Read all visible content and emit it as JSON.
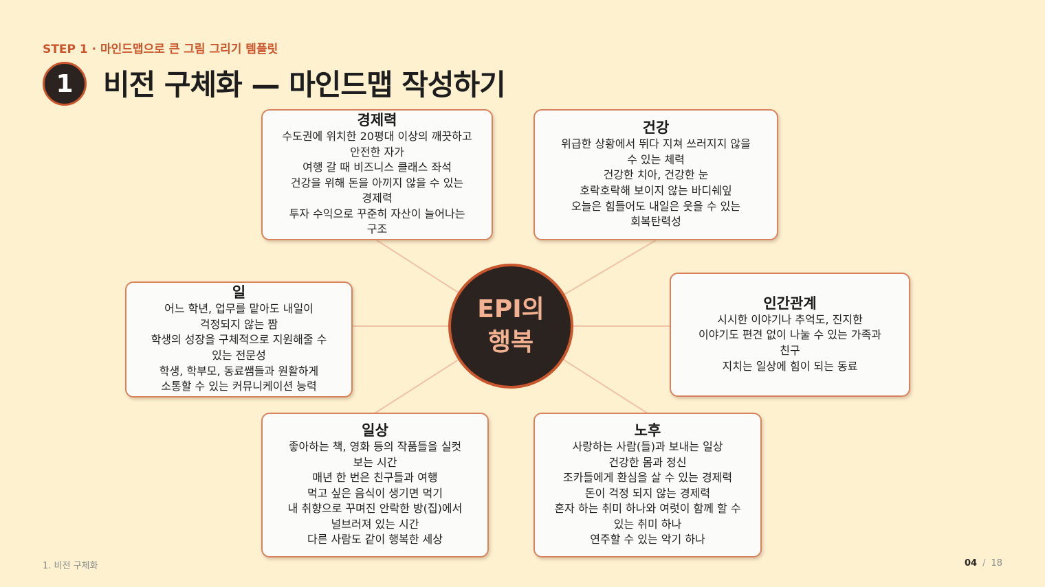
{
  "header": {
    "step": "STEP 1 · 마인드맵으로 큰 그림 그리기 템플릿",
    "number": "1",
    "title": "비전 구체화 — 마인드맵 작성하기"
  },
  "center": {
    "label": "EPI의\n행복"
  },
  "nodes": {
    "economy": {
      "title": "경제력",
      "lines": [
        "수도권에 위치한 20평대 이상의 깨끗하고",
        "안전한 자가",
        "여행 갈 때 비즈니스 클래스 좌석",
        "건강을 위해 돈을 아끼지 않을 수 있는",
        "경제력",
        "투자 수익으로 꾸준히 자산이 늘어나는",
        "구조"
      ]
    },
    "health": {
      "title": "건강",
      "lines": [
        "위급한 상황에서 뛰다 지쳐 쓰러지지 않을",
        "수 있는 체력",
        "건강한 치아, 건강한 눈",
        "호락호락해 보이지 않는 바디쉐잎",
        "오늘은 힘들어도 내일은 웃을 수 있는",
        "회복탄력성"
      ]
    },
    "work": {
      "title": "일",
      "lines": [
        "어느 학년, 업무를 맡아도 내일이",
        "걱정되지 않는 짬",
        "학생의 성장을 구체적으로 지원해줄 수",
        "있는 전문성",
        "학생, 학부모, 동료쌤들과 원활하게",
        "소통할 수 있는 커뮤니케이션 능력"
      ]
    },
    "relations": {
      "title": "인간관계",
      "lines": [
        "시시한 이야기나 추억도, 진지한",
        "이야기도 편견 없이 나눌 수 있는 가족과",
        "친구",
        "지치는 일상에 힘이 되는 동료"
      ]
    },
    "daily": {
      "title": "일상",
      "lines": [
        "좋아하는 책, 영화 등의 작품들을 실컷",
        "보는 시간",
        "매년 한 번은 친구들과 여행",
        "먹고 싶은 음식이 생기면 먹기",
        "내 취향으로 꾸며진 안락한 방(집)에서",
        "널브러져 있는 시간",
        "다른 사람도 같이 행복한 세상"
      ]
    },
    "retirement": {
      "title": "노후",
      "lines": [
        "사랑하는 사람(들)과 보내는 일상",
        "건강한 몸과 정신",
        "조카들에게 환심을 살 수 있는 경제력",
        "돈이 걱정 되지 않는 경제력",
        "혼자 하는 취미 하나와 여럿이 함께 할 수",
        "있는 취미 하나",
        "연주할 수 있는 악기 하나"
      ]
    }
  },
  "footer": {
    "section": "1. 비전 구체화",
    "current_page": "04",
    "separator": "/",
    "total_pages": "18"
  }
}
